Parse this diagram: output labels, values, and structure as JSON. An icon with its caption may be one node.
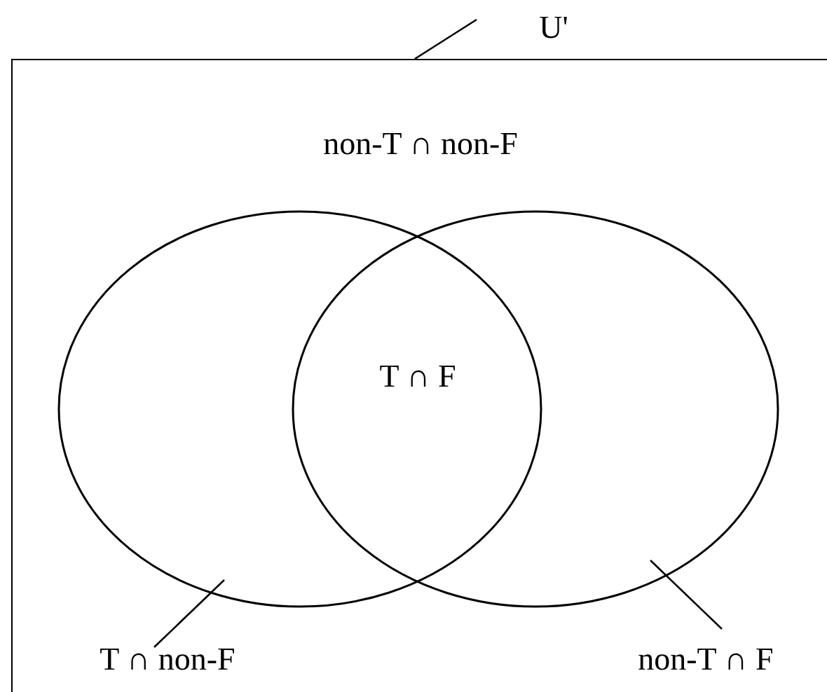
{
  "diagram": {
    "nodes": [
      {
        "text": [],
        "shape": "box"
      },
      {
        "text": [],
        "shape": "circle",
        "in": 0
      },
      {
        "text": [],
        "shape": "circle",
        "in": 0
      },
      {
        "text": [
          "U'"
        ]
      },
      {
        "text": [
          "T ∩ non-F"
        ],
        "in": 0
      },
      {
        "text": [
          "non-T ∩ F"
        ],
        "in": 0
      }
    ],
    "edges": [
      {
        "from": 3,
        "to": 0,
        "arrow": "none"
      },
      {
        "from": 4,
        "to": 1,
        "arrow": "none"
      },
      {
        "from": 5,
        "to": 2,
        "arrow": "none"
      }
    ],
    "labels": [
      "non-T ∩ non-F",
      "T ∩ F"
    ]
  }
}
